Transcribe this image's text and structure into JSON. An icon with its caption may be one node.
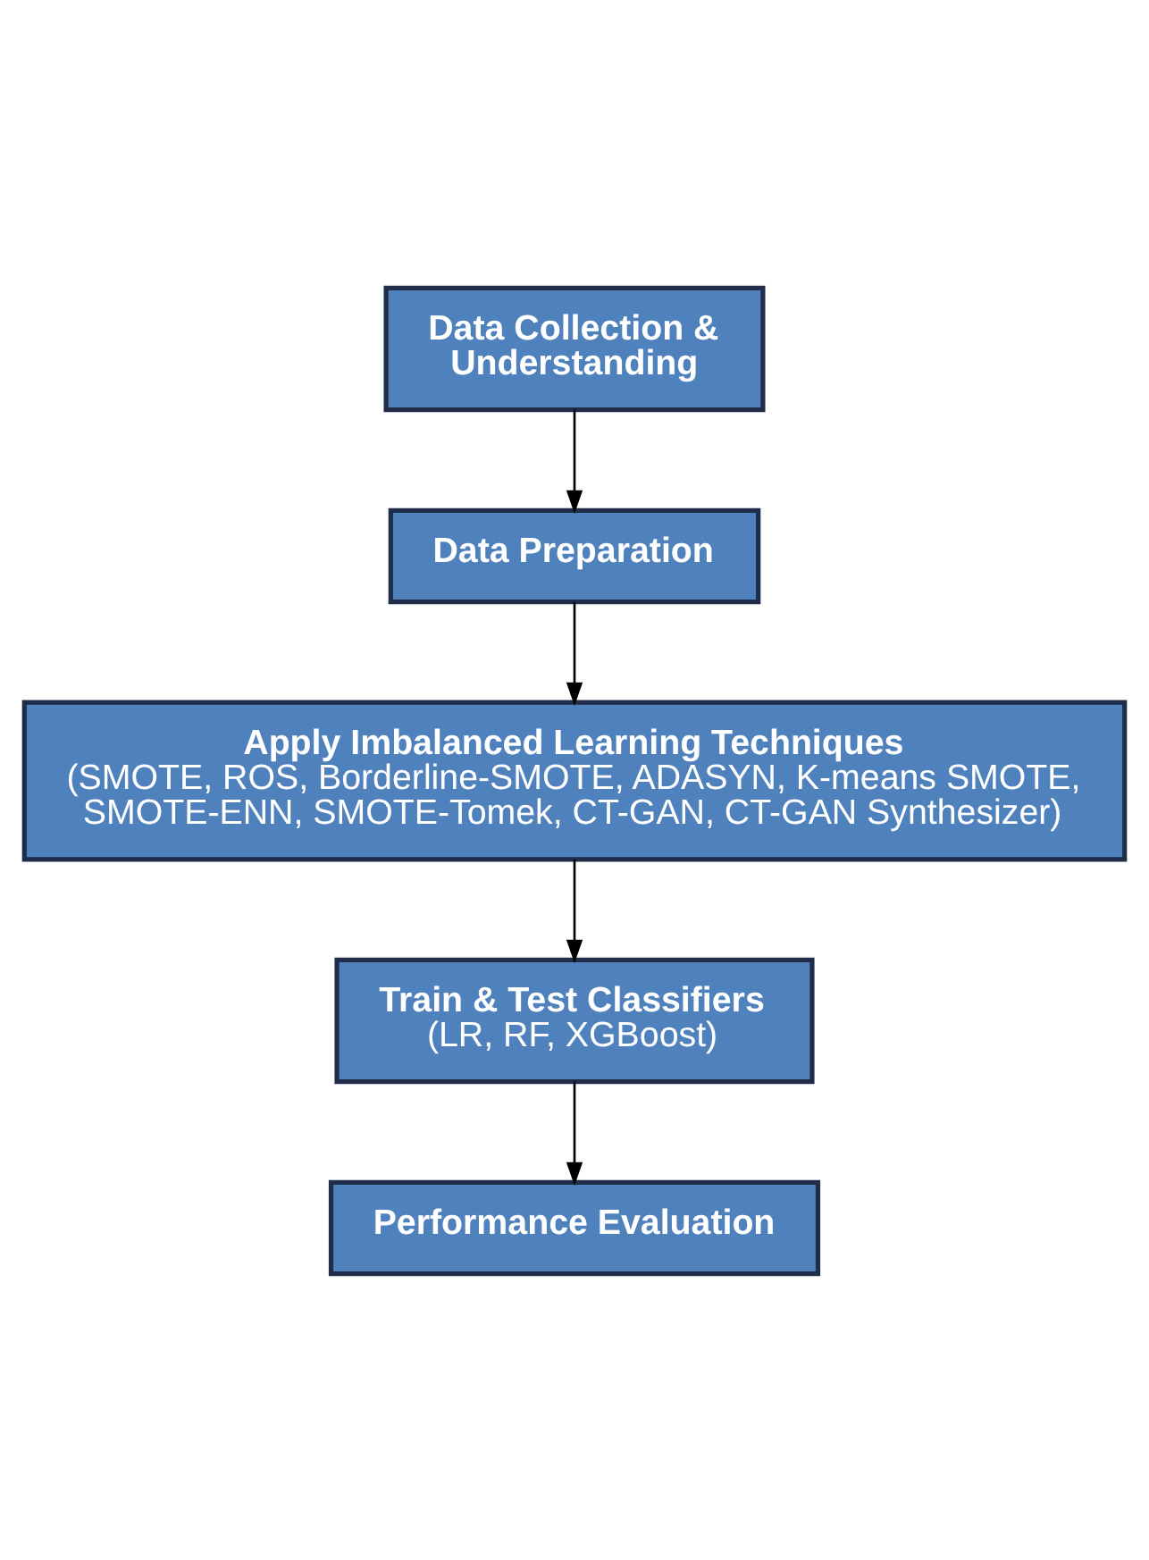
{
  "diagram": {
    "nodes": [
      {
        "text": [
          "Data Collection & Understanding"
        ]
      },
      {
        "text": [
          "Data Preparation"
        ]
      },
      {
        "text": [
          "Apply Imbalanced Learning Techniques",
          "(SMOTE, ROS, Borderline-SMOTE, ADASYN, K-means SMOTE, SMOTE-ENN, SMOTE-Tomek, CT-GAN, CT-GAN Synthesizer)"
        ]
      },
      {
        "text": [
          "Train & Test Classifiers",
          "(LR, RF, XGBoost)"
        ]
      },
      {
        "text": [
          "Performance Evaluation"
        ]
      }
    ],
    "edges": [
      {
        "from": 0,
        "to": 1,
        "arrow": "to"
      },
      {
        "from": 1,
        "to": 2,
        "arrow": "to"
      },
      {
        "from": 2,
        "to": 3,
        "arrow": "to"
      },
      {
        "from": 3,
        "to": 4,
        "arrow": "to"
      }
    ]
  }
}
